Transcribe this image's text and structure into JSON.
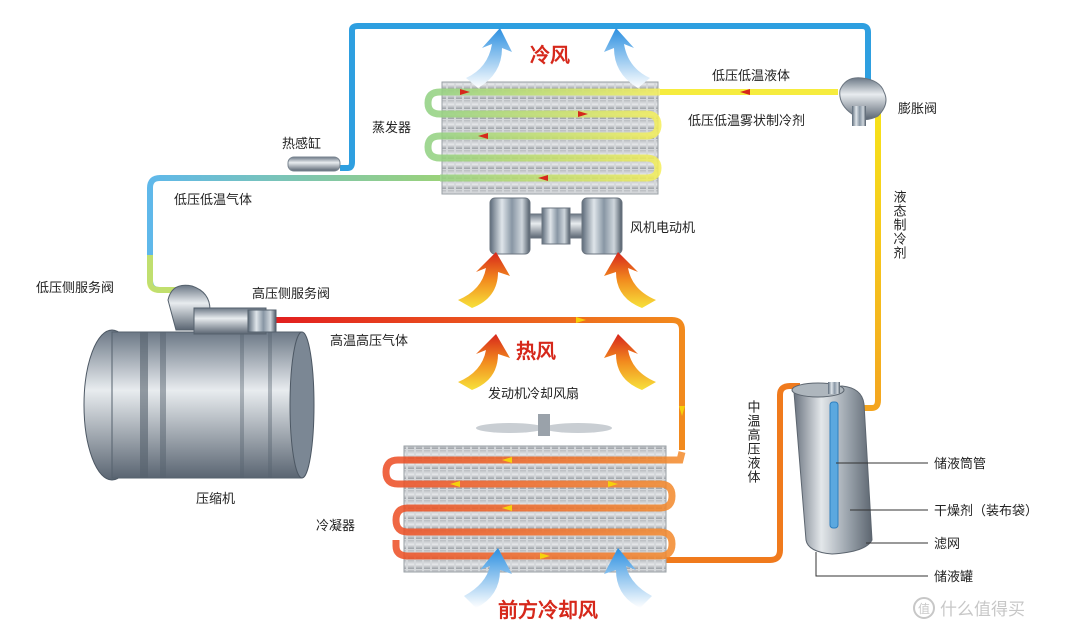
{
  "labels": {
    "cold_air": "冷风",
    "hot_air": "热风",
    "front_cooling_air": "前方冷却风",
    "evaporator": "蒸发器",
    "sensor_bulb": "热感缸",
    "low_pressure_low_temp_gas": "低压低温气体",
    "low_side_service_valve": "低压侧服务阀",
    "high_side_service_valve": "高压侧服务阀",
    "high_temp_high_pressure_gas": "高温高压气体",
    "compressor": "压缩机",
    "condenser": "冷凝器",
    "engine_cooling_fan": "发动机冷却风扇",
    "fan_motor": "风机电动机",
    "expansion_valve": "膨胀阀",
    "low_pressure_low_temp_liquid": "低压低温液体",
    "low_pressure_low_temp_mist": "低压低温雾状制冷剂",
    "liquid_refrigerant": "液态制冷剂",
    "mid_temp_high_pressure_liquid": "中温高压液体",
    "receiver_tube": "储液筒管",
    "desiccant": "干燥剂（装布袋）",
    "filter_screen": "滤网",
    "receiver_drier": "储液罐"
  },
  "watermark": "什么值得买",
  "colors": {
    "cold_line": "#2e9fe0",
    "hot_line": "#e63a1c",
    "liquid_line": "#f6d10b",
    "warm_line": "#f07a1d",
    "cold_text": "#d6281b",
    "hot_text": "#d6281b"
  }
}
